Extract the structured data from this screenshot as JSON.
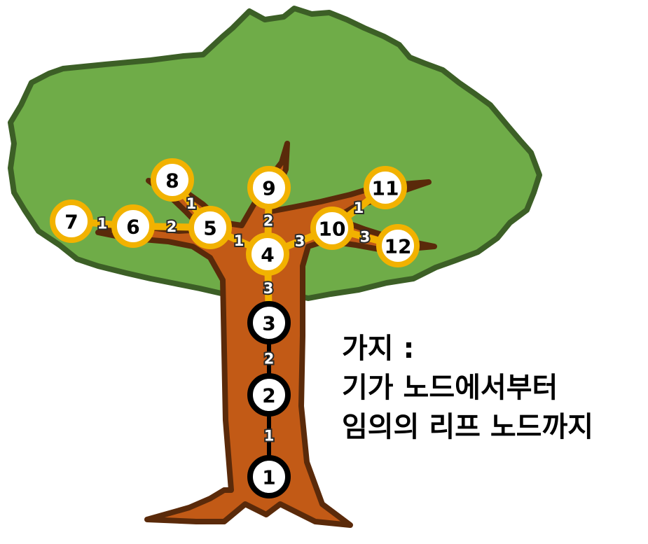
{
  "caption": {
    "line1": "가지 :",
    "line2": "기가 노드에서부터",
    "line3": "임의의 리프 노드까지"
  },
  "colors": {
    "foliage": "#6fac48",
    "foliage_outline": "#3c5f26",
    "trunk": "#c25a16",
    "trunk_outline": "#5a2a0a",
    "path_edge": "#f2b200",
    "path_node_ring": "#f2b200",
    "trunk_node_ring": "#000000",
    "node_fill": "#ffffff"
  },
  "nodes": [
    {
      "id": "1",
      "label": "1",
      "on_branch_path": false
    },
    {
      "id": "2",
      "label": "2",
      "on_branch_path": false
    },
    {
      "id": "3",
      "label": "3",
      "on_branch_path": false
    },
    {
      "id": "4",
      "label": "4",
      "on_branch_path": true
    },
    {
      "id": "5",
      "label": "5",
      "on_branch_path": true
    },
    {
      "id": "6",
      "label": "6",
      "on_branch_path": true
    },
    {
      "id": "7",
      "label": "7",
      "on_branch_path": true
    },
    {
      "id": "8",
      "label": "8",
      "on_branch_path": true
    },
    {
      "id": "9",
      "label": "9",
      "on_branch_path": true
    },
    {
      "id": "10",
      "label": "10",
      "on_branch_path": true
    },
    {
      "id": "11",
      "label": "11",
      "on_branch_path": true
    },
    {
      "id": "12",
      "label": "12",
      "on_branch_path": true
    }
  ],
  "edges": [
    {
      "from": "1",
      "to": "2",
      "weight": "1"
    },
    {
      "from": "2",
      "to": "3",
      "weight": "2"
    },
    {
      "from": "3",
      "to": "4",
      "weight": "3"
    },
    {
      "from": "4",
      "to": "5",
      "weight": "1"
    },
    {
      "from": "4",
      "to": "9",
      "weight": "2"
    },
    {
      "from": "4",
      "to": "10",
      "weight": "3"
    },
    {
      "from": "5",
      "to": "6",
      "weight": "2"
    },
    {
      "from": "6",
      "to": "7",
      "weight": "1"
    },
    {
      "from": "5",
      "to": "8",
      "weight": "1"
    },
    {
      "from": "10",
      "to": "11",
      "weight": "1"
    },
    {
      "from": "10",
      "to": "12",
      "weight": "3"
    }
  ]
}
